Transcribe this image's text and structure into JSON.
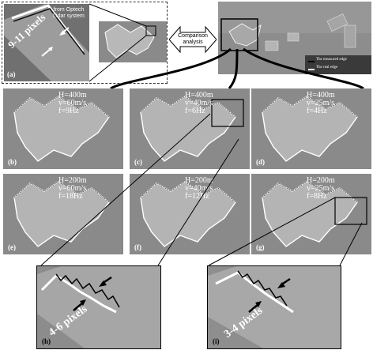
{
  "panel_a": {
    "label": "(a)",
    "source_line1": "from Optech",
    "source_line2": "Lidar system",
    "measure": "9-11 pixels"
  },
  "comparison": {
    "line1": "Comparison",
    "line2": "analysis"
  },
  "legend": {
    "measured": "The measured edge",
    "real": "The real edge"
  },
  "panels": [
    {
      "label": "(b)",
      "H": "H=400m",
      "v": "v=60m/s",
      "f": "f=9Hz"
    },
    {
      "label": "(c)",
      "H": "H=400m",
      "v": "v=40m/s",
      "f": "f=6Hz"
    },
    {
      "label": "(d)",
      "H": "H=400m",
      "v": "v=25m/s",
      "f": "f=4Hz"
    },
    {
      "label": "(e)",
      "H": "H=200m",
      "v": "v=60m/s",
      "f": "f=18Hz"
    },
    {
      "label": "(f)",
      "H": "H=200m",
      "v": "v=40m/s",
      "f": "f=12Hz"
    },
    {
      "label": "(g)",
      "H": "H=200m",
      "v": "v=25m/s",
      "f": "f=8Hz"
    }
  ],
  "zoom_h": {
    "label": "(h)",
    "measure": "4-6 pixels"
  },
  "zoom_i": {
    "label": "(i)",
    "measure": "3-4 pixels"
  }
}
